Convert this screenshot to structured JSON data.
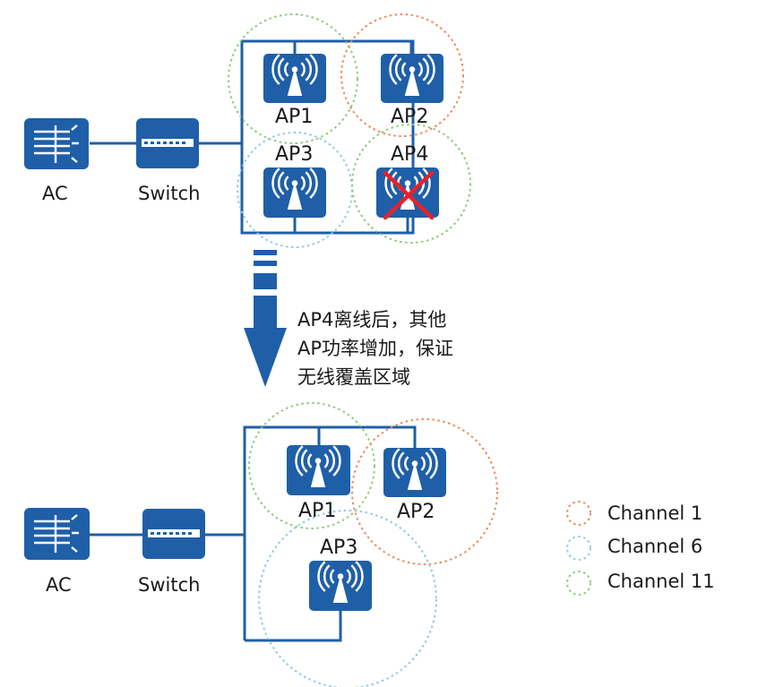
{
  "colors": {
    "blue": "#1f5fa8",
    "channel_1": "#ef8a5a",
    "channel_6": "#8ccbe8",
    "channel_11": "#8ccc78",
    "fail_mark": "#e8212a"
  },
  "icons": [
    "ac-controller-icon",
    "switch-icon",
    "wireless-ap-icon",
    "offline-cross-icon",
    "down-arrow-icon"
  ],
  "top": {
    "ac_label": "AC",
    "switch_label": "Switch",
    "aps": [
      {
        "label": "AP1",
        "channel": "Channel 11",
        "offline": false
      },
      {
        "label": "AP2",
        "channel": "Channel 1",
        "offline": false
      },
      {
        "label": "AP3",
        "channel": "Channel 6",
        "offline": false
      },
      {
        "label": "AP4",
        "channel": "Channel 11",
        "offline": true
      }
    ]
  },
  "note_lines": [
    "AP4离线后，其他",
    "AP功率增加，保证",
    "无线覆盖区域"
  ],
  "bottom": {
    "ac_label": "AC",
    "switch_label": "Switch",
    "aps": [
      {
        "label": "AP1",
        "channel": "Channel 11"
      },
      {
        "label": "AP2",
        "channel": "Channel 1"
      },
      {
        "label": "AP3",
        "channel": "Channel 6"
      }
    ]
  },
  "legend": [
    {
      "label": "Channel 1",
      "color": "#ef8a5a"
    },
    {
      "label": "Channel 6",
      "color": "#8ccbe8"
    },
    {
      "label": "Channel 11",
      "color": "#8ccc78"
    }
  ]
}
